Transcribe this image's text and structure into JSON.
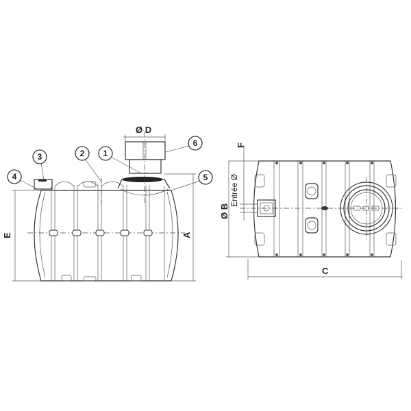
{
  "side_view": {
    "dimension_labels": {
      "diameter_d": "Ø D",
      "height_e": "E",
      "height_a": "A"
    },
    "callouts": [
      {
        "id": "1"
      },
      {
        "id": "2"
      },
      {
        "id": "3"
      },
      {
        "id": "4"
      },
      {
        "id": "5"
      },
      {
        "id": "6"
      }
    ]
  },
  "top_view": {
    "dimension_labels": {
      "f": "F",
      "inlet": "Entrée Ø",
      "diameter_b": "Ø B",
      "length_c": "C"
    }
  }
}
